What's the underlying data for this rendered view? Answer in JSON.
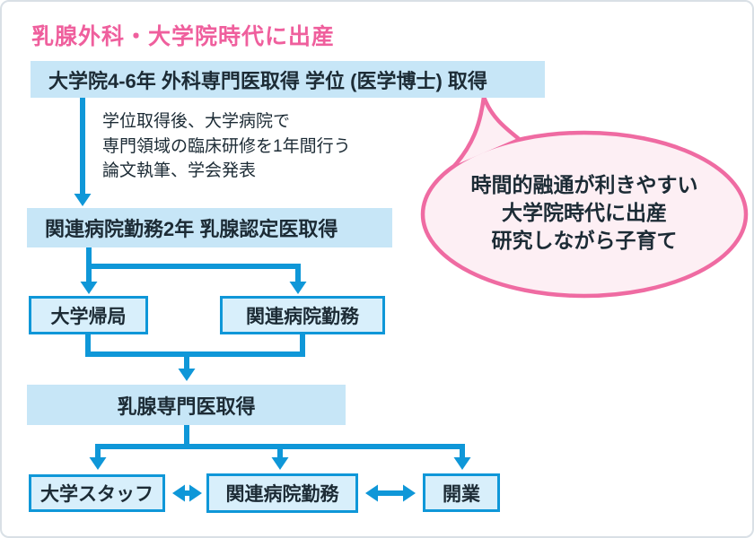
{
  "title": "乳腺外科・大学院時代に出産",
  "colors": {
    "pink": "#ef5f9d",
    "line": "#0f97d8",
    "fill": "#c7e6f7",
    "fill-light": "#d8effb",
    "bubble-fill": "#fdeff4",
    "bubble-stroke": "#ef6ba2",
    "ink": "#1c2b35"
  },
  "flow": {
    "stage1": "大学院4-6年 外科専門医取得 学位 (医学博士) 取得",
    "note": {
      "line1": "学位取得後、大学病院で",
      "line2": "専門領域の臨床研修を1年間行う",
      "line3": "論文執筆、学会発表"
    },
    "stage2": "関連病院勤務2年 乳腺認定医取得",
    "branch1_left": "大学帰局",
    "branch1_right": "関連病院勤務",
    "stage3": "乳腺専門医取得",
    "branch2_left": "大学スタッフ",
    "branch2_center": "関連病院勤務",
    "branch2_right": "開業"
  },
  "bubble": {
    "line1": "時間的融通が利きやすい",
    "line2": "大学院時代に出産",
    "line3": "研究しながら子育て"
  }
}
